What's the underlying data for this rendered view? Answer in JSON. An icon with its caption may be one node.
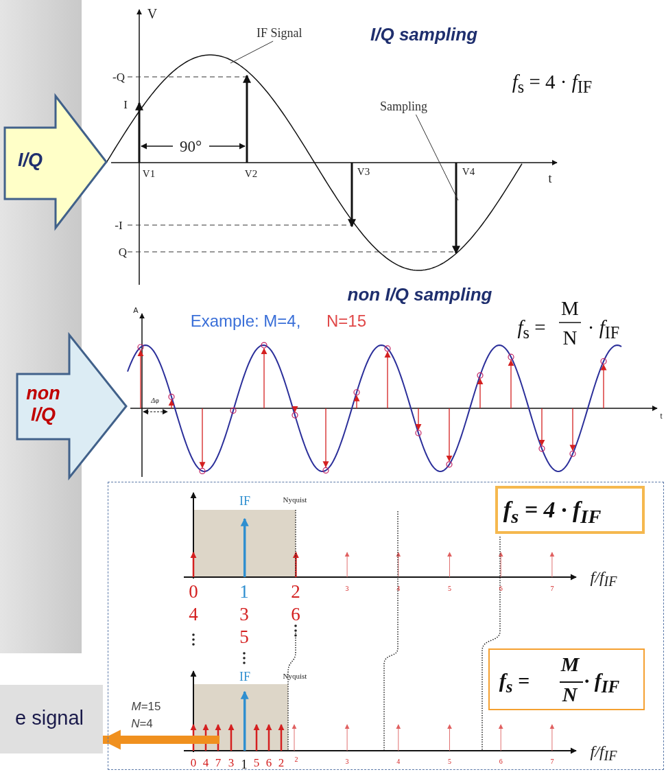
{
  "diagram": {
    "nodes": [
      {
        "text": [
          "I/Q"
        ]
      },
      {
        "text": [
          "IF Signal"
        ]
      },
      {
        "text": [
          "Sampling"
        ]
      },
      {
        "text": [
          "non I/Q"
        ]
      },
      {
        "text": [],
        "shape": "box"
      },
      {
        "text": [
          "*f*$_{s}$ = 4 · *f*$_{IF}$"
        ],
        "in": 4
      },
      {
        "text": [
          "*f*$_{s}$ =",
          "M",
          "N",
          "· *f*$_{IF}$"
        ],
        "in": 4
      },
      {
        "text": [
          "e signal"
        ]
      }
    ],
    "edges": [
      {
        "from": 1,
        "to": null,
        "arrow": "none"
      },
      {
        "from": 2,
        "to": null,
        "arrow": "none"
      },
      {
        "from": null,
        "to": 7,
        "arrow": "to",
        "style": "thick",
        "color": "#f0901e"
      }
    ],
    "labels": [
      "V",
      "I/Q sampling",
      "*f*$_{s}$ = 4 · *f*$_{IF}$",
      "-Q",
      "I",
      "90°",
      "V1",
      "V2",
      "V3",
      "V4",
      "t",
      "-I",
      "Q",
      "non I/Q sampling",
      "A",
      "Example: M=4,",
      "N=15",
      "*f*$_{s}$ =",
      "M",
      "N",
      "· *f*$_{IF}$",
      "Δφ",
      "t",
      "IF",
      "Nyquist",
      "0",
      "1",
      "2",
      "3",
      "4",
      "5",
      "6",
      "7",
      "*f*/*f*$_{IF}$",
      "4",
      "3",
      "6",
      "5",
      "IF",
      "Nyquist",
      "*M*=15",
      "*N*=4",
      "0",
      "4",
      "7",
      "3",
      "1",
      "5",
      "6",
      "2",
      "2",
      "3",
      "4",
      "5",
      "6",
      "7",
      "*f*/*f*$_{IF}$"
    ]
  }
}
